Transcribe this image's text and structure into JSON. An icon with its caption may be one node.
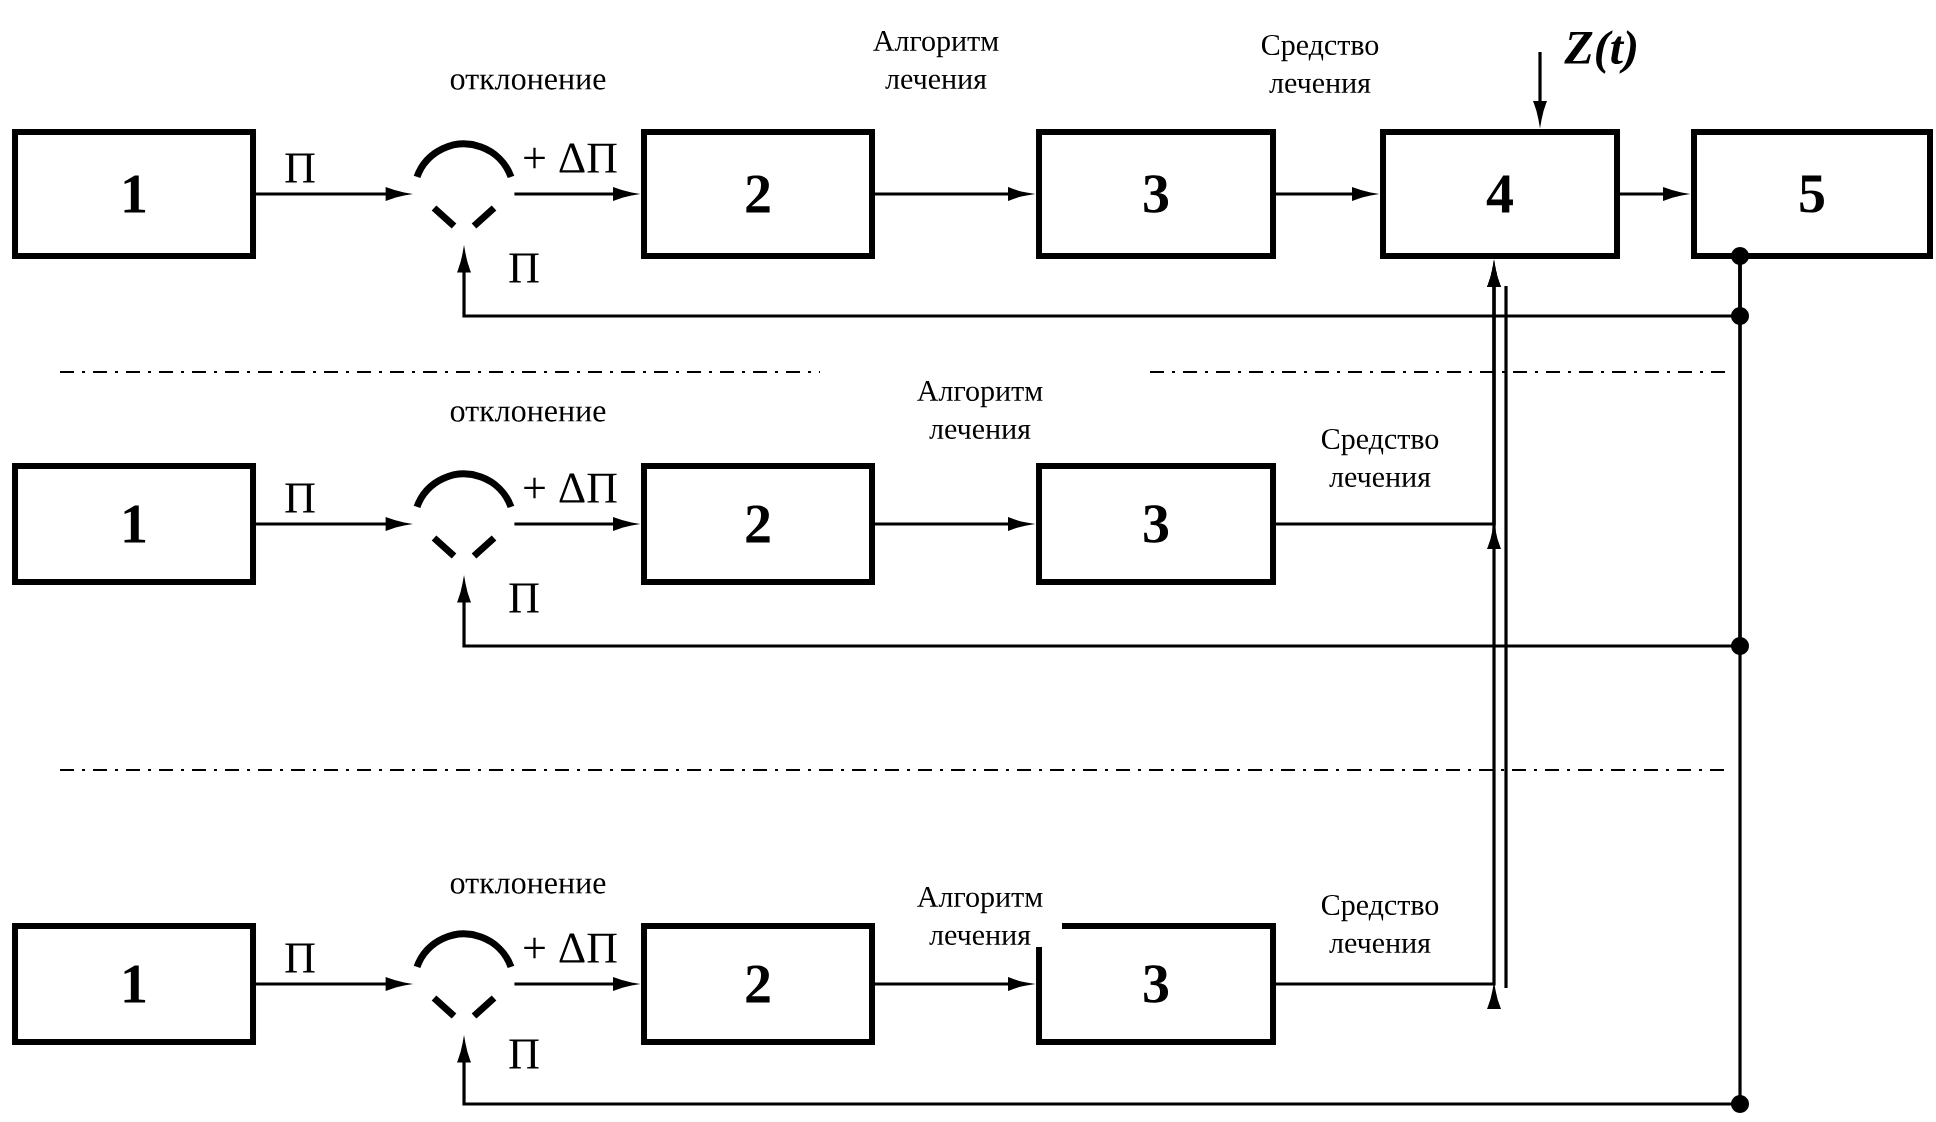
{
  "diagram": {
    "nodes": [
      {
        "text": [
          "1"
        ]
      },
      {
        "text": [],
        "shape": "comparator"
      },
      {
        "text": [
          "2"
        ]
      },
      {
        "text": [
          "3"
        ]
      },
      {
        "text": [
          "4"
        ]
      },
      {
        "text": [
          "5"
        ]
      },
      {
        "text": [
          "1"
        ]
      },
      {
        "text": [],
        "shape": "comparator"
      },
      {
        "text": [
          "2"
        ]
      },
      {
        "text": [
          "3"
        ]
      },
      {
        "text": [
          "1"
        ]
      },
      {
        "text": [],
        "shape": "comparator"
      },
      {
        "text": [
          "2"
        ]
      },
      {
        "text": [
          "3"
        ]
      },
      {
        "text": [
          "Z(t)"
        ]
      }
    ],
    "edges": [
      {
        "from": 0,
        "to": 1,
        "arrow": "to",
        "label": "П"
      },
      {
        "from": 1,
        "to": 2,
        "arrow": "to",
        "label": "+ ΔП"
      },
      {
        "from": 2,
        "to": 3,
        "arrow": "to",
        "label": "Алгоритм лечения"
      },
      {
        "from": 3,
        "to": 4,
        "arrow": "to",
        "label": "Средство лечения"
      },
      {
        "from": 4,
        "to": 5,
        "arrow": "to"
      },
      {
        "from": 14,
        "to": 4,
        "arrow": "to"
      },
      {
        "from": 5,
        "to": 1,
        "arrow": "to",
        "label": "П"
      },
      {
        "from": 6,
        "to": 7,
        "arrow": "to",
        "label": "П"
      },
      {
        "from": 7,
        "to": 8,
        "arrow": "to",
        "label": "+ ΔП"
      },
      {
        "from": 8,
        "to": 9,
        "arrow": "to",
        "label": "Алгоритм лечения"
      },
      {
        "from": 9,
        "to": 4,
        "arrow": "to",
        "label": "Средство лечения"
      },
      {
        "from": 5,
        "to": 7,
        "arrow": "to",
        "label": "П"
      },
      {
        "from": 10,
        "to": 11,
        "arrow": "to",
        "label": "П"
      },
      {
        "from": 11,
        "to": 12,
        "arrow": "to",
        "label": "+ ΔП"
      },
      {
        "from": 12,
        "to": 13,
        "arrow": "to",
        "label": "Алгоритм лечения"
      },
      {
        "from": 13,
        "to": 4,
        "arrow": "to",
        "label": "Средство лечения"
      },
      {
        "from": 5,
        "to": 11,
        "arrow": "to",
        "label": "П"
      }
    ],
    "labels": [
      "отклонение",
      "отклонение",
      "отклонение"
    ]
  }
}
